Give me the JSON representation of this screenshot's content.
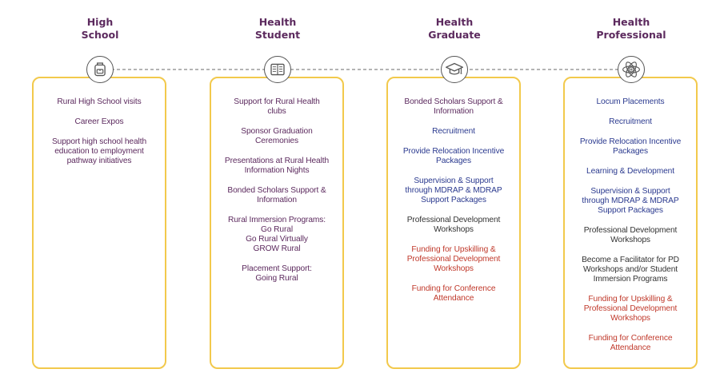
{
  "columns": [
    {
      "title_line1": "High",
      "title_line2": "School",
      "icon": "backpack-icon",
      "items": [
        {
          "text": "Rural High School visits",
          "color": "purple"
        },
        {
          "text": "Career Expos",
          "color": "purple"
        },
        {
          "text": "Support high school health\neducation to employment\npathway initiatives",
          "color": "purple"
        }
      ]
    },
    {
      "title_line1": "Health",
      "title_line2": "Student",
      "icon": "open-book-icon",
      "items": [
        {
          "text": "Support for Rural Health\nclubs",
          "color": "purple"
        },
        {
          "text": "Sponsor Graduation\nCeremonies",
          "color": "purple"
        },
        {
          "text": "Presentations at Rural Health\nInformation Nights",
          "color": "purple"
        },
        {
          "text": "Bonded Scholars Support &\nInformation",
          "color": "purple"
        },
        {
          "text": "Rural Immersion Programs:\nGo Rural\nGo Rural Virtually\nGROW Rural",
          "color": "purple"
        },
        {
          "text": "Placement Support:\nGoing Rural",
          "color": "purple"
        }
      ]
    },
    {
      "title_line1": "Health",
      "title_line2": "Graduate",
      "icon": "graduation-cap-icon",
      "items": [
        {
          "text": "Bonded Scholars Support &\nInformation",
          "color": "purple"
        },
        {
          "text": "Recruitment",
          "color": "blue"
        },
        {
          "text": "Provide Relocation Incentive\nPackages",
          "color": "blue"
        },
        {
          "text": "Supervision & Support\nthrough MDRAP & MDRAP\nSupport Packages",
          "color": "blue"
        },
        {
          "text": "Professional Development\nWorkshops",
          "color": "dark"
        },
        {
          "text": "Funding for Upskilling &\nProfessional Development\nWorkshops",
          "color": "red"
        },
        {
          "text": "Funding for Conference\nAttendance",
          "color": "red"
        }
      ]
    },
    {
      "title_line1": "Health",
      "title_line2": "Professional",
      "icon": "atom-medical-icon",
      "items": [
        {
          "text": "Locum Placements",
          "color": "blue"
        },
        {
          "text": "Recruitment",
          "color": "blue"
        },
        {
          "text": "Provide Relocation Incentive\nPackages",
          "color": "blue"
        },
        {
          "text": "Learning & Development",
          "color": "blue"
        },
        {
          "text": "Supervision & Support\nthrough MDRAP & MDRAP\nSupport Packages",
          "color": "blue"
        },
        {
          "text": "Professional Development\nWorkshops",
          "color": "dark"
        },
        {
          "text": "Become a Facilitator for PD\nWorkshops and/or Student\nImmersion Programs",
          "color": "dark"
        },
        {
          "text": "Funding for Upskilling &\nProfessional Development\nWorkshops",
          "color": "red"
        },
        {
          "text": "Funding for Conference\nAttendance",
          "color": "red"
        }
      ]
    }
  ],
  "colors": {
    "heading": "#5c2a5e",
    "card_border": "#f2c94c",
    "connector": "#888888",
    "purple": "#5c2a5e",
    "blue": "#2b3a8f",
    "dark": "#333333",
    "red": "#c0392b"
  }
}
